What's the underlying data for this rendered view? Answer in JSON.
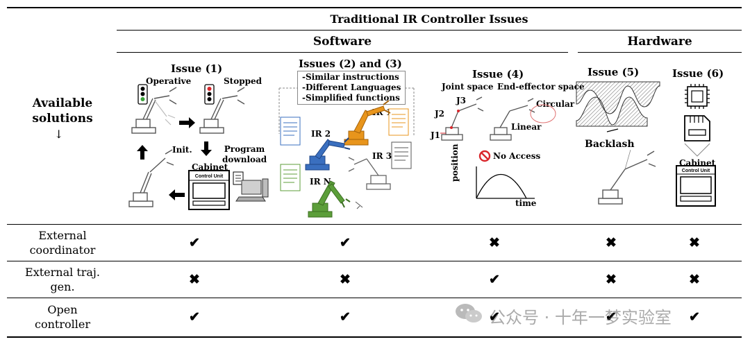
{
  "header": {
    "title": "Traditional IR Controller Issues",
    "software": "Software",
    "hardware": "Hardware",
    "available_solutions": "Available solutions",
    "arrow": "↓"
  },
  "issue1": {
    "title": "Issue (1)",
    "operative": "Operative",
    "stopped": "Stopped",
    "init": "Init.",
    "program_download": "Program download",
    "cabinet": "Cabinet",
    "control_unit": "Control Unit"
  },
  "issue23": {
    "title": "Issues (2) and (3)",
    "items": [
      "-Similar instructions",
      "-Different Languages",
      "-Simplified functions"
    ],
    "ir1": "IR 1",
    "ir2": "IR 2",
    "ir3": "IR 3",
    "irn": "IR N"
  },
  "issue4": {
    "title": "Issue (4)",
    "joint_space": "Joint space",
    "effector_space": "End-effector space",
    "j1": "J1",
    "j2": "J2",
    "j3": "J3",
    "circular": "Circular",
    "linear": "Linear",
    "no_access": "No Access",
    "position": "position",
    "time": "time"
  },
  "issue5": {
    "title": "Issue (5)",
    "backlash": "Backlash"
  },
  "issue6": {
    "title": "Issue (6)",
    "cabinet": "Cabinet",
    "control_unit": "Control Unit"
  },
  "rows": [
    {
      "label": "External coordinator",
      "marks": [
        "✔",
        "✔",
        "✖",
        "✖",
        "✖"
      ]
    },
    {
      "label": "External traj. gen.",
      "marks": [
        "✖",
        "✖",
        "✔",
        "✖",
        "✖"
      ]
    },
    {
      "label": "Open controller",
      "marks": [
        "✔",
        "✔",
        "✔",
        "✔",
        "✔"
      ]
    }
  ],
  "watermark": "公众号 · 十年一梦实验室",
  "colors": {
    "ir1": "#e8951c",
    "ir2": "#3a6fbf",
    "irn": "#5c9e3a",
    "red": "#d9262b",
    "green": "#3aa23a"
  }
}
